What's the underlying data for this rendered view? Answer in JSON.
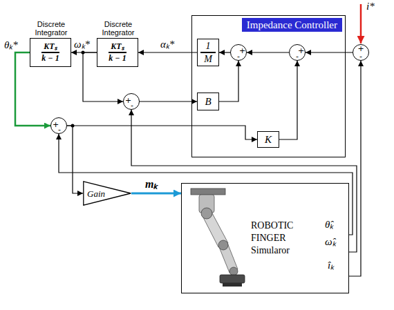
{
  "diagram": {
    "nodes": [
      {
        "text": [
          "Discrete Integrator",
          "KTₛ",
          "k − 1"
        ]
      },
      {
        "text": [
          "Discrete Integrator",
          "KTₛ",
          "k − 1"
        ]
      },
      {
        "text": [
          "Impedance Controller"
        ]
      },
      {
        "text": [
          "1",
          "M"
        ],
        "in": 2
      },
      {
        "text": [
          "B"
        ],
        "in": 2
      },
      {
        "text": [
          "K"
        ],
        "in": 2
      },
      {
        "text": [
          "+",
          "-"
        ],
        "in": 2
      },
      {
        "text": [
          "+",
          "-"
        ],
        "in": 2
      },
      {
        "text": [
          "+",
          "-"
        ]
      },
      {
        "text": [
          "+",
          "-"
        ]
      },
      {
        "text": [
          "+",
          "-"
        ]
      },
      {
        "text": [
          "Gain"
        ]
      },
      {
        "text": [
          "ROBOTIC FINGER Simularor"
        ]
      }
    ],
    "edges": [
      {
        "from": 8,
        "to": 7,
        "arrow": "to"
      },
      {
        "from": 7,
        "to": 6,
        "arrow": "to"
      },
      {
        "from": 6,
        "to": 3,
        "arrow": "to"
      },
      {
        "from": 3,
        "to": 1,
        "label": "αₖ*",
        "arrow": "to"
      },
      {
        "from": 1,
        "to": 0,
        "label": "ωₖ*",
        "arrow": "to"
      },
      {
        "from": 0,
        "to": 10,
        "label": "θₖ*",
        "arrow": "to"
      },
      {
        "from": 1,
        "to": 9,
        "arrow": "to"
      },
      {
        "from": 9,
        "to": 4,
        "arrow": "to"
      },
      {
        "from": 4,
        "to": 6,
        "arrow": "to"
      },
      {
        "from": 10,
        "to": 5,
        "arrow": "to"
      },
      {
        "from": 5,
        "to": 7,
        "arrow": "to"
      },
      {
        "from": 10,
        "to": 11,
        "arrow": "to"
      },
      {
        "from": 11,
        "to": 12,
        "label": "mₖ",
        "arrow": "to"
      },
      {
        "from": 12,
        "to": 10,
        "label": "θ̂ₖ",
        "arrow": "to"
      },
      {
        "from": 12,
        "to": 9,
        "label": "ω̂ₖ",
        "arrow": "to"
      },
      {
        "from": 12,
        "to": 8,
        "label": "îₖ",
        "arrow": "to"
      }
    ],
    "labels": [
      "i*"
    ]
  }
}
